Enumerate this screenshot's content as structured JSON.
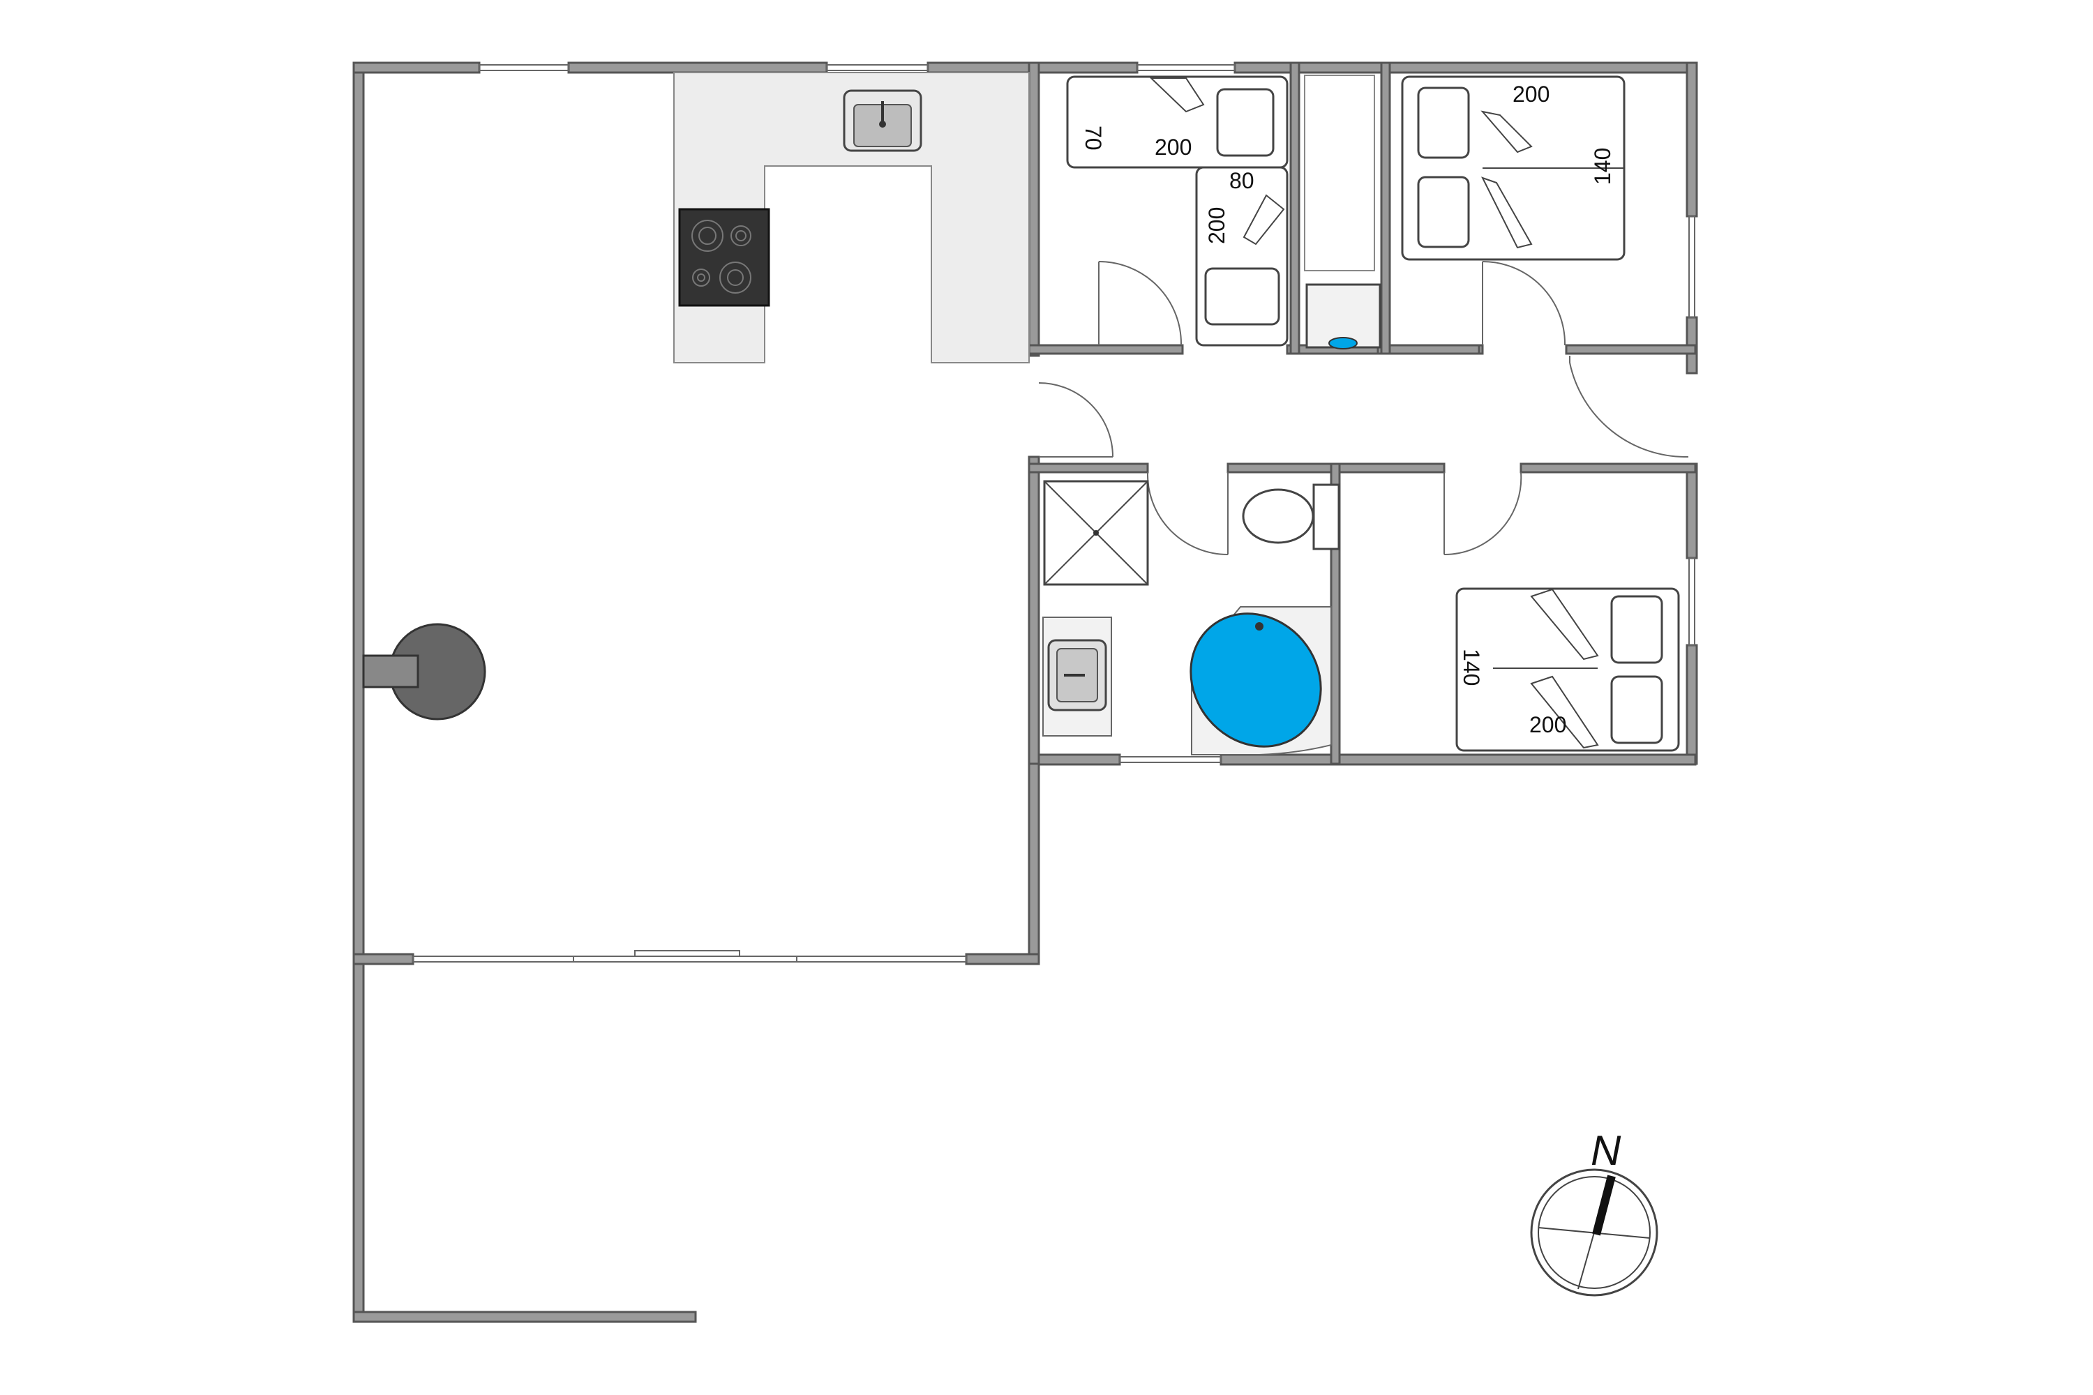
{
  "floorplan": {
    "compass": {
      "label": "N"
    },
    "beds": {
      "single_a": {
        "length": "200",
        "width": "70"
      },
      "single_b": {
        "width": "80",
        "length": "200"
      },
      "double_ne": {
        "length": "200",
        "width": "140"
      },
      "double_se": {
        "width": "140",
        "length": "200"
      }
    },
    "colors": {
      "wall": "#9a9a9a",
      "bathtub": "#00a6e8",
      "stove": "#333333",
      "stove_fire": "#666666"
    }
  }
}
